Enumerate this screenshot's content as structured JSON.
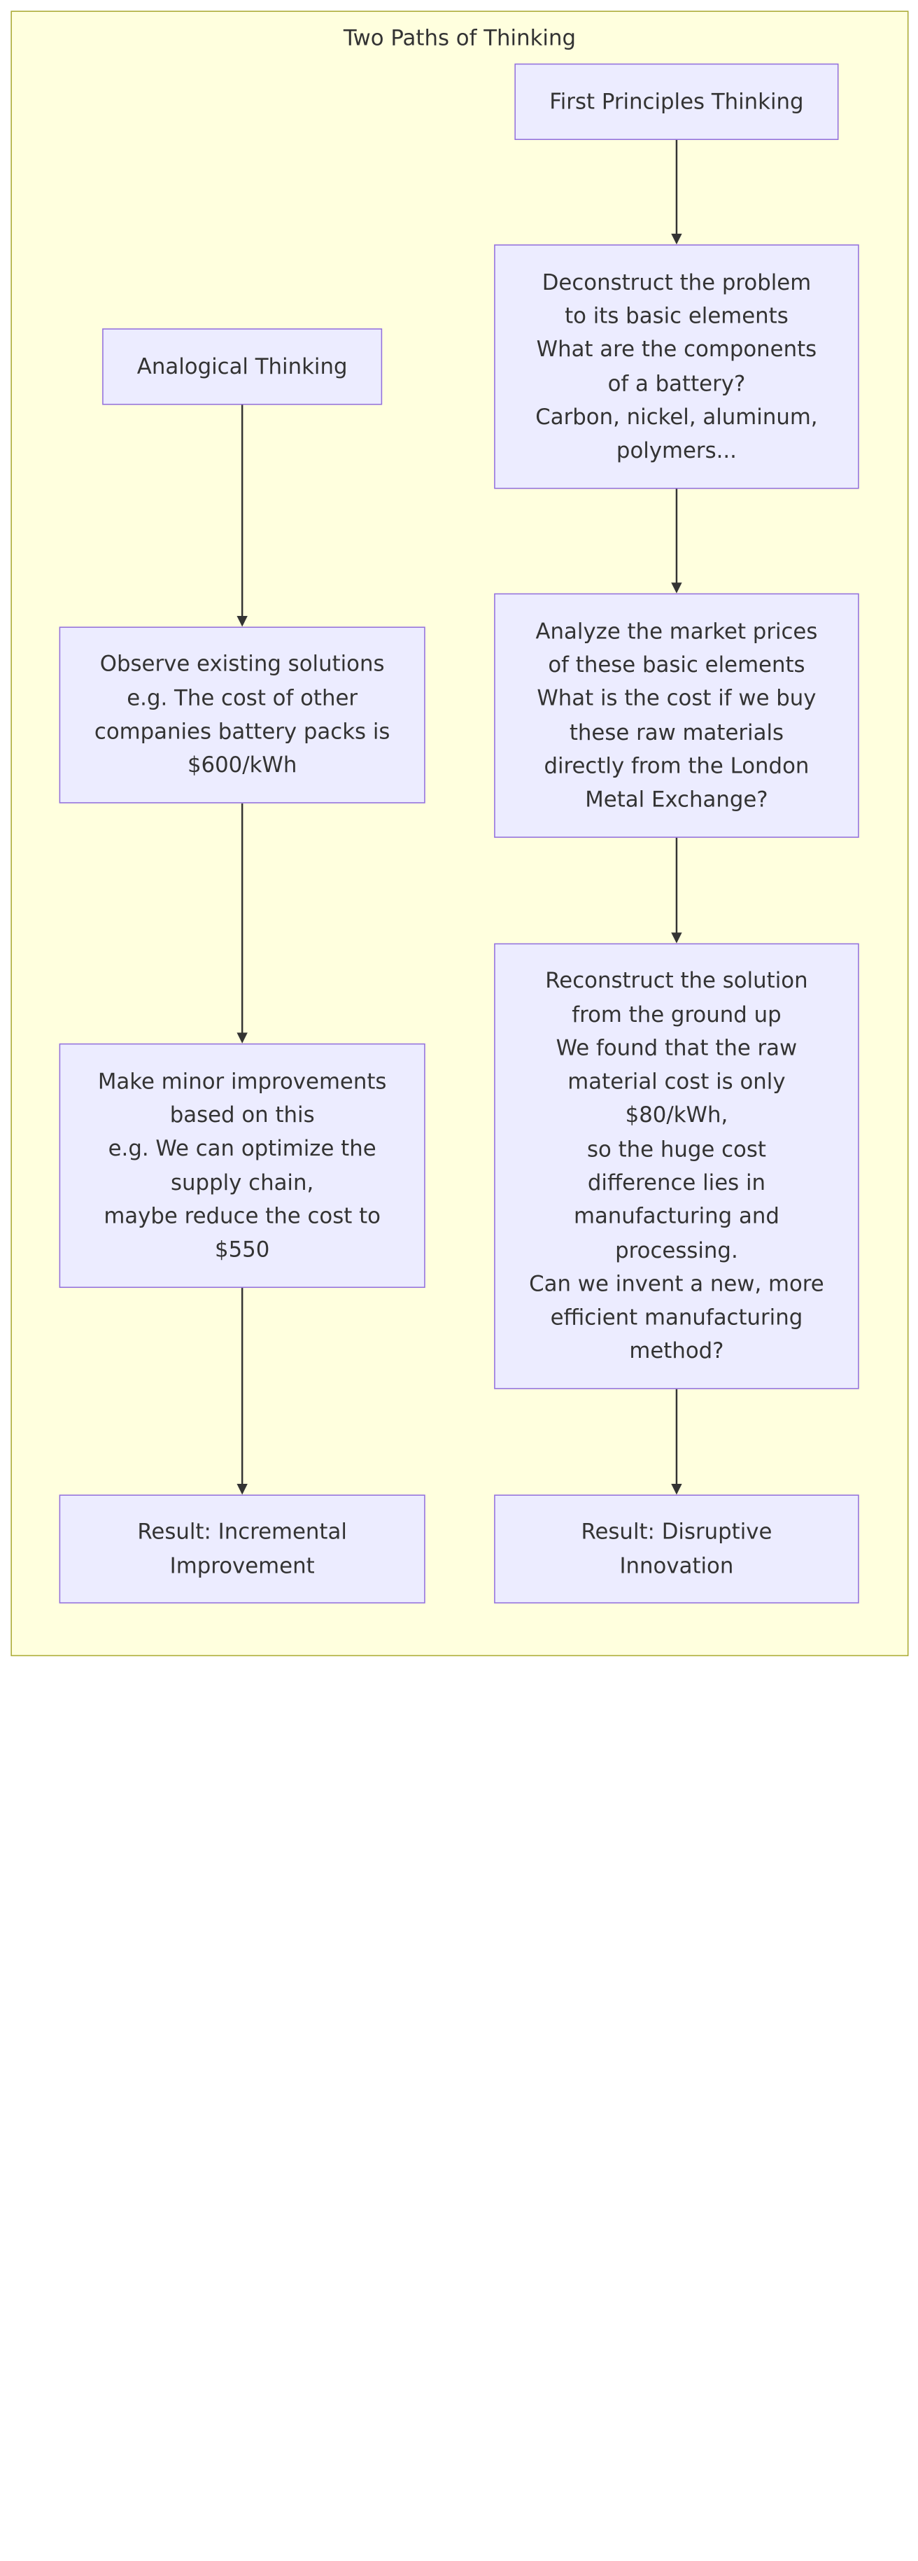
{
  "title": "Two Paths of Thinking",
  "nodes": {
    "fp_start": [
      "First Principles Thinking"
    ],
    "fp_step1": [
      "Deconstruct the problem",
      "to its basic elements",
      "What are the components",
      "of a battery?",
      "Carbon, nickel, aluminum,",
      "polymers..."
    ],
    "fp_step2": [
      "Analyze the market prices",
      "of these basic elements",
      "What is the cost if we buy",
      "these raw materials",
      "directly from the London",
      "Metal Exchange?"
    ],
    "fp_step3": [
      "Reconstruct the solution",
      "from the ground up",
      "We found that the raw",
      "material cost is only",
      "$80/kWh,",
      "so the huge cost",
      "difference lies in",
      "manufacturing and",
      "processing.",
      "Can we invent a new, more",
      "efficient manufacturing",
      "method?"
    ],
    "fp_result": [
      "Result: Disruptive",
      "Innovation"
    ],
    "an_start": [
      "Analogical Thinking"
    ],
    "an_step1": [
      "Observe existing solutions",
      "e.g. The cost of other",
      "companies battery packs is",
      "$600/kWh"
    ],
    "an_step2": [
      "Make minor improvements",
      "based on this",
      "e.g. We can optimize the",
      "supply chain,",
      "maybe reduce the cost to",
      "$550"
    ],
    "an_result": [
      "Result: Incremental",
      "Improvement"
    ]
  },
  "edges": [
    {
      "from": "fp_start",
      "to": "fp_step1"
    },
    {
      "from": "fp_step1",
      "to": "fp_step2"
    },
    {
      "from": "fp_step2",
      "to": "fp_step3"
    },
    {
      "from": "fp_step3",
      "to": "fp_result"
    },
    {
      "from": "an_start",
      "to": "an_step1"
    },
    {
      "from": "an_step1",
      "to": "an_step2"
    },
    {
      "from": "an_step2",
      "to": "an_result"
    }
  ],
  "colors": {
    "cluster_fill": "#ffffde",
    "cluster_stroke": "#aaaa33",
    "node_fill": "#ececff",
    "node_stroke": "#9370db",
    "edge": "#333333",
    "text": "#333333"
  }
}
